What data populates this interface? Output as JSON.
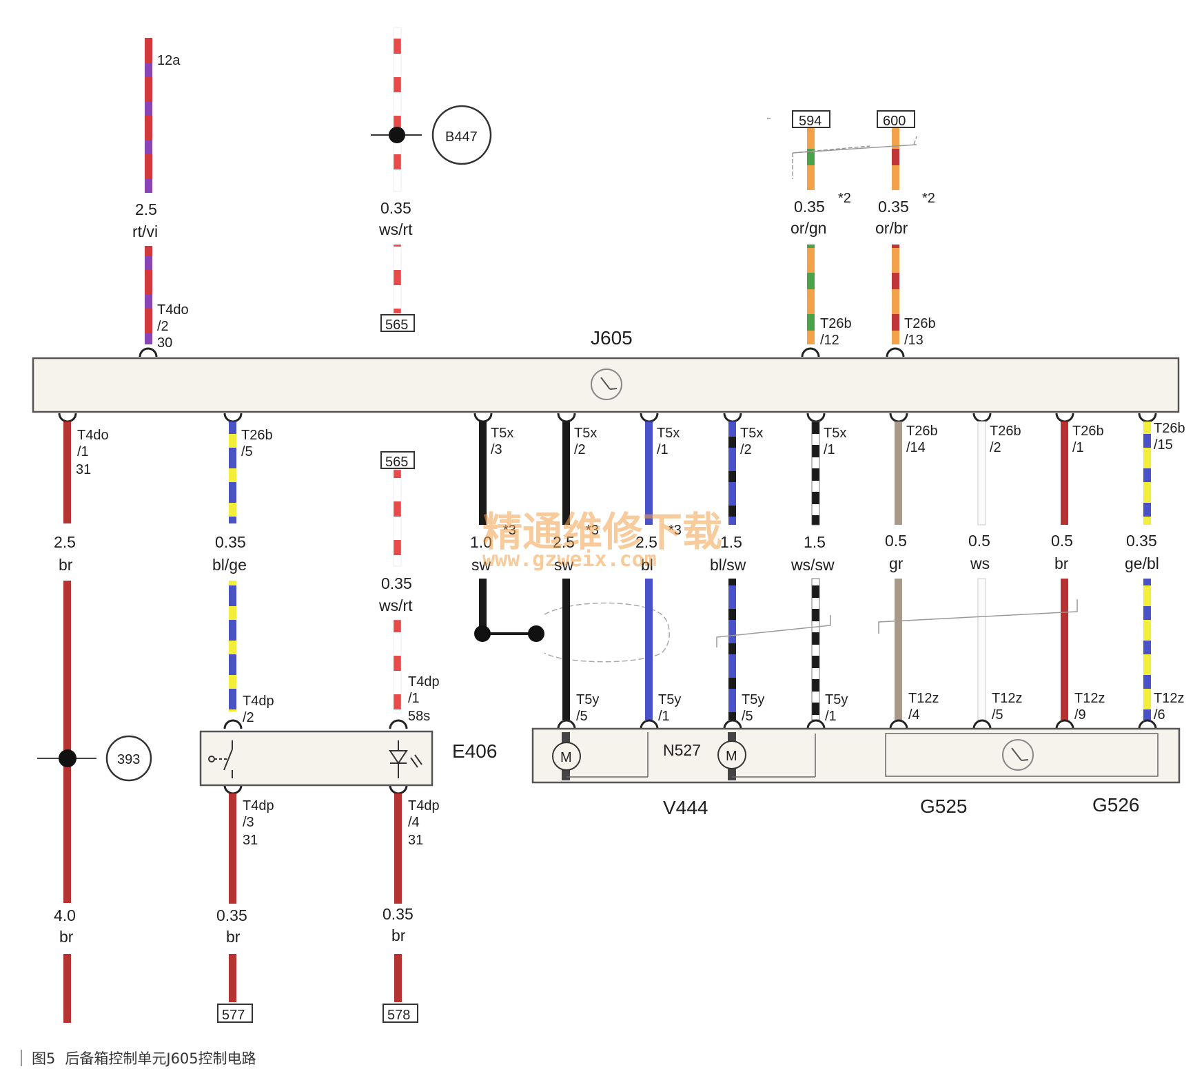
{
  "caption": {
    "figure_no": "图5",
    "title": "后备箱控制单元J605控制电路"
  },
  "watermark": {
    "cn": "精通维修下载",
    "url": "www.gzweix.com"
  },
  "components": {
    "j605": "J605",
    "e406": "E406",
    "n527": "N527",
    "v444": "V444",
    "g525": "G525",
    "g526": "G526",
    "motor_symbol": "M"
  },
  "refs": {
    "b447": "B447",
    "r393": "393",
    "w565_top": "565",
    "w565_mid": "565",
    "w577": "577",
    "w578": "578",
    "w594": "594",
    "w600": "600",
    "term_12a": "12a"
  },
  "footnote": "*2",
  "footnote3": "*3",
  "colors": {
    "red": "#d03a3a",
    "violet": "#8a45b5",
    "white": "#ffffff",
    "black": "#1a1a1a",
    "blue": "#4a52c8",
    "yellow": "#f2ee3a",
    "green": "#4aa24a",
    "orange": "#f2a24a",
    "brown": "#b32e2e",
    "grey": "#a89a8a",
    "box_fill": "#f6f3ec"
  },
  "wires": {
    "w_rtvi": {
      "size": "2.5",
      "color": "rt/vi",
      "conn": [
        "T4do",
        "/2",
        "30"
      ]
    },
    "w_wsrt1": {
      "size": "0.35",
      "color": "ws/rt"
    },
    "w_orgn": {
      "size": "0.35",
      "color": "or/gn",
      "conn": [
        "T26b",
        "/12"
      ]
    },
    "w_orbr": {
      "size": "0.35",
      "color": "or/br",
      "conn": [
        "T26b",
        "/13"
      ]
    },
    "w_br1": {
      "size": "2.5",
      "color": "br",
      "conn": [
        "T4do",
        "/1",
        "31"
      ],
      "size2": "4.0",
      "color2": "br"
    },
    "w_blge": {
      "size": "0.35",
      "color": "bl/ge",
      "conn": [
        "T26b",
        "/5"
      ],
      "conn2": [
        "T4dp",
        "/2"
      ],
      "conn3": [
        "T4dp",
        "/3",
        "31"
      ],
      "size2": "0.35",
      "color2": "br"
    },
    "w_wsrt2": {
      "size": "0.35",
      "color": "ws/rt",
      "conn": [
        "T4dp",
        "/1",
        "58s"
      ],
      "conn3": [
        "T4dp",
        "/4",
        "31"
      ],
      "size2": "0.35",
      "color2": "br"
    },
    "w_sw1": {
      "size": "1.0",
      "color": "sw",
      "conn": [
        "T5x",
        "/3"
      ]
    },
    "w_sw2": {
      "size": "2.5",
      "color": "sw",
      "conn": [
        "T5x",
        "/2"
      ],
      "conn2": [
        "T5y",
        "/5"
      ]
    },
    "w_bl": {
      "size": "2.5",
      "color": "bl",
      "conn": [
        "T5x",
        "/1"
      ],
      "conn2": [
        "T5y",
        "/1"
      ]
    },
    "w_blsw": {
      "size": "1.5",
      "color": "bl/sw",
      "conn": [
        "T5x",
        "/2"
      ],
      "conn2": [
        "T5y",
        "/5"
      ]
    },
    "w_wssw": {
      "size": "1.5",
      "color": "ws/sw",
      "conn": [
        "T5x",
        "/1"
      ],
      "conn2": [
        "T5y",
        "/1"
      ]
    },
    "w_gr": {
      "size": "0.5",
      "color": "gr",
      "conn": [
        "T26b",
        "/14"
      ],
      "conn2": [
        "T12z",
        "/4"
      ]
    },
    "w_ws": {
      "size": "0.5",
      "color": "ws",
      "conn": [
        "T26b",
        "/2"
      ],
      "conn2": [
        "T12z",
        "/5"
      ]
    },
    "w_br2": {
      "size": "0.5",
      "color": "br",
      "conn": [
        "T26b",
        "/1"
      ],
      "conn2": [
        "T12z",
        "/9"
      ]
    },
    "w_gebl": {
      "size": "0.35",
      "color": "ge/bl",
      "conn": [
        "T26b",
        "/15"
      ],
      "conn2": [
        "T12z",
        "/6"
      ]
    }
  }
}
